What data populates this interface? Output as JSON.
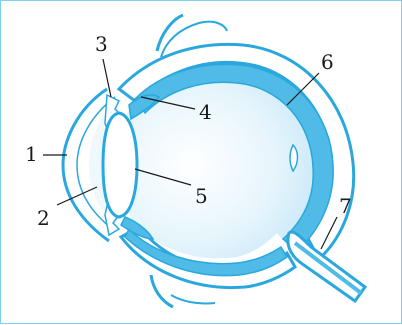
{
  "labels": {
    "l1": "1",
    "l2": "2",
    "l3": "3",
    "l4": "4",
    "l5": "5",
    "l6": "6",
    "l7": "7"
  },
  "colors": {
    "line": "#2aa8dd",
    "fill_light": "#d7eef9",
    "fill_mid": "#9fd6f1",
    "fill_band": "#4fbbe6",
    "frame": "#7fd0ee",
    "text": "#1a1a1a"
  }
}
